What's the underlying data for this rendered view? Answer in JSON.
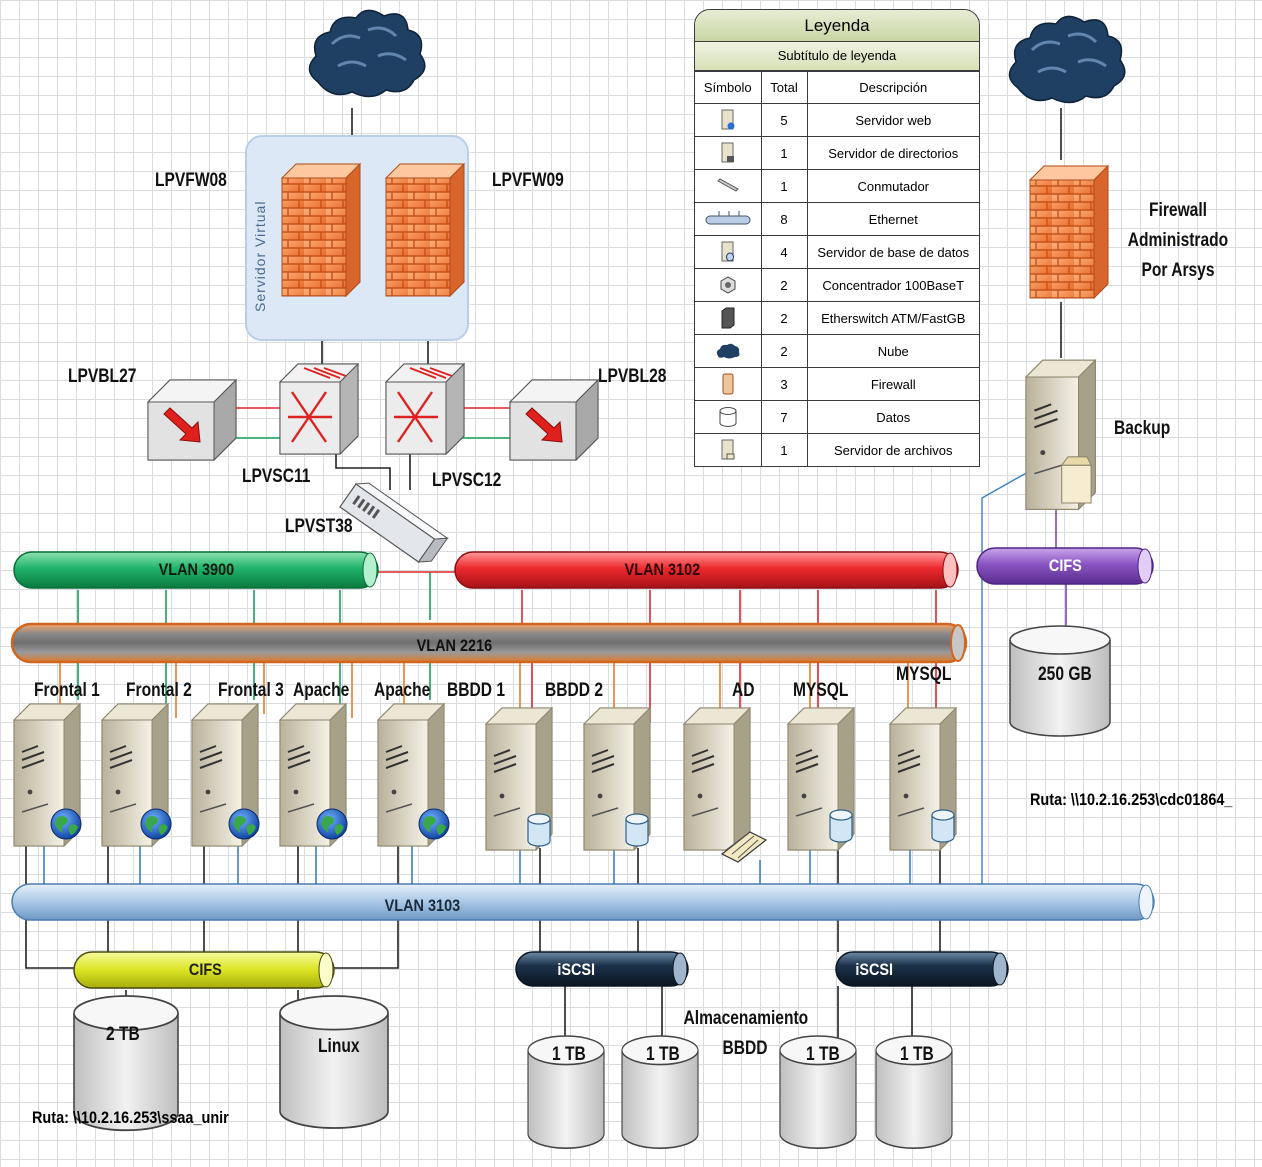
{
  "legend": {
    "title": "Leyenda",
    "subtitle": "Subtítulo de leyenda",
    "headers": {
      "symbol": "Símbolo",
      "total": "Total",
      "description": "Descripción"
    },
    "rows": [
      {
        "icon": "web-server-icon",
        "total": "5",
        "description": "Servidor web"
      },
      {
        "icon": "directory-server-icon",
        "total": "1",
        "description": "Servidor de directorios"
      },
      {
        "icon": "switch-icon",
        "total": "1",
        "description": "Conmutador"
      },
      {
        "icon": "ethernet-icon",
        "total": "8",
        "description": "Ethernet"
      },
      {
        "icon": "database-server-icon",
        "total": "4",
        "description": "Servidor de base de datos"
      },
      {
        "icon": "hub-icon",
        "total": "2",
        "description": "Concentrador 100BaseT"
      },
      {
        "icon": "etherswitch-icon",
        "total": "2",
        "description": "Etherswitch ATM/FastGB"
      },
      {
        "icon": "cloud-icon",
        "total": "2",
        "description": "Nube"
      },
      {
        "icon": "firewall-icon",
        "total": "3",
        "description": "Firewall"
      },
      {
        "icon": "data-icon",
        "total": "7",
        "description": "Datos"
      },
      {
        "icon": "file-server-icon",
        "total": "1",
        "description": "Servidor de archivos"
      }
    ]
  },
  "labels": {
    "virtual_server": "Servidor Virtual",
    "fw1": "LPVFW08",
    "fw2": "LPVFW09",
    "lb1": "LPVBL27",
    "lb2": "LPVBL28",
    "sw1": "LPVSC11",
    "sw2": "LPVSC12",
    "st": "LPVST38",
    "fw_arsys": "Firewall Administrado Por Arsys",
    "backup": "Backup",
    "almacenamiento": "Almacenamiento BBDD"
  },
  "vlans": {
    "v3900": "VLAN 3900",
    "v3102": "VLAN 3102",
    "v2216": "VLAN 2216",
    "v3103": "VLAN 3103",
    "cifs_backup": "CIFS",
    "cifs_bottom": "CIFS",
    "iscsi1": "iSCSI",
    "iscsi2": "iSCSI"
  },
  "servers": [
    "Frontal 1",
    "Frontal 2",
    "Frontal 3",
    "Apache",
    "Apache",
    "BBDD 1",
    "BBDD 2",
    "AD",
    "MYSQL",
    "MYSQL"
  ],
  "storage": {
    "backup_disk": "250 GB",
    "backup_ruta": "Ruta: \\\\10.2.16.253\\cdc01864_",
    "disk_2tb": "2 TB",
    "disk_linux": "Linux",
    "bottom_ruta": "Ruta: \\\\10.2.16.253\\ssaa_unir",
    "iscsi_disks": [
      "1 TB",
      "1 TB",
      "1 TB",
      "1 TB"
    ]
  },
  "colors": {
    "vlan3900": "#17a05a",
    "vlan3102": "#e0262b",
    "vlan2216": "#e87b2a",
    "vlan3103": "#8fb4d8",
    "cifs_purple": "#7a4ab0",
    "cifs_yellow": "#d9e21c",
    "iscsi": "#1b2f44"
  }
}
